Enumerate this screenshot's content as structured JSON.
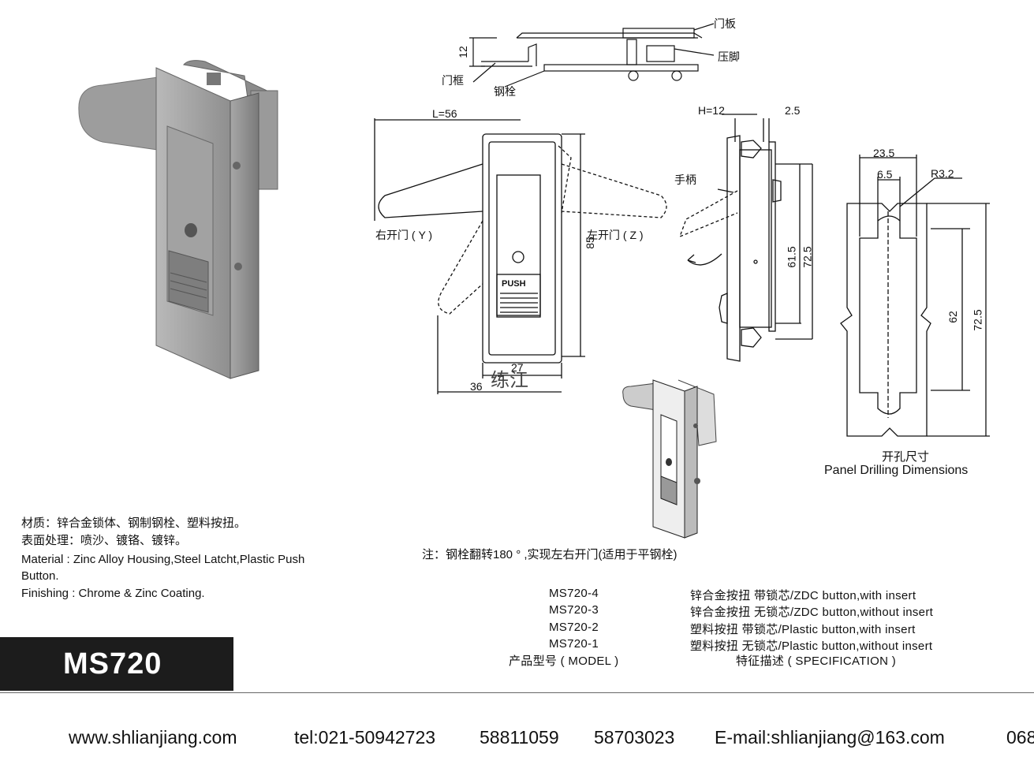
{
  "material": {
    "cn_line1": "材质：锌合金锁体、钢制钢栓、塑料按扭。",
    "cn_line2": "表面处理：喷沙、镀铬、镀锌。",
    "en_line1": "Material : Zinc Alloy Housing,Steel Latcht,Plastic Push",
    "en_line2": "Button.",
    "en_line3": "Finishing : Chrome & Zinc Coating."
  },
  "model_badge": "MS720",
  "note": "注：钢栓翻转180 ° ,实现左右开门(适用于平钢栓)",
  "spec_table": {
    "rows": [
      {
        "model": "MS720-4",
        "spec": "锌合金按扭  带锁芯/ZDC button,with insert"
      },
      {
        "model": "MS720-3",
        "spec": "锌合金按扭  无锁芯/ZDC button,without insert"
      },
      {
        "model": "MS720-2",
        "spec": "塑料按扭  带锁芯/Plastic button,with insert"
      },
      {
        "model": "MS720-1",
        "spec": "塑料按扭  无锁芯/Plastic button,without insert"
      }
    ],
    "header_model": "产品型号 ( MODEL )",
    "header_spec": "特征描述 ( SPECIFICATION )"
  },
  "labels": {
    "door_panel": "门板",
    "press_foot": "压脚",
    "door_frame": "门框",
    "steel_latch": "钢栓",
    "handle": "手柄",
    "right_open": "右开门 ( Y )",
    "left_open": "左开门 ( Z )",
    "push": "PUSH",
    "watermark": "练江",
    "panel_cn": "开孔尺寸",
    "panel_en": "Panel Drilling Dimensions"
  },
  "dimensions": {
    "d12": "12",
    "L": "L=56",
    "H": "H=12",
    "d25": "2.5",
    "d85": "85",
    "d27": "27",
    "d36": "36",
    "d615": "61.5",
    "d725a": "72.5",
    "d235": "23.5",
    "d65": "6.5",
    "r32": "R3.2",
    "d62": "62",
    "d725b": "72.5"
  },
  "footer": {
    "website": "www.shlianjiang.com",
    "tel": "tel:021-50942723",
    "tel2": "58811059",
    "tel3": "58703023",
    "email": "E-mail:shlianjiang@163.com",
    "page": "068"
  }
}
